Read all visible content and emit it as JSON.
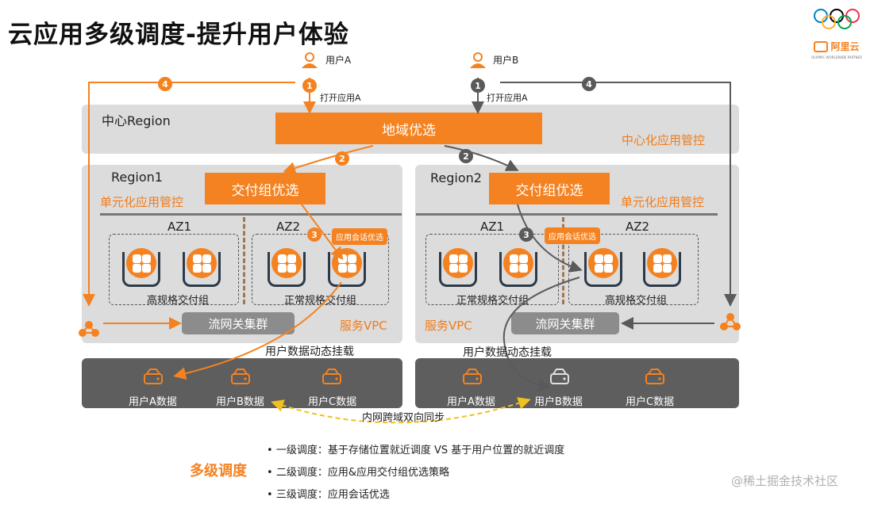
{
  "title": "云应用多级调度-提升用户体验",
  "logo": {
    "brand_text": "阿里云",
    "sub_text": "OLYMPIC WORLDWIDE PARTNER"
  },
  "users": {
    "user_a": "用户A",
    "user_b": "用户B",
    "open_app_a": "打开应用A"
  },
  "steps": {
    "one": "1",
    "two": "2",
    "three": "3",
    "four": "4"
  },
  "center_region": {
    "label": "中心Region",
    "box": "地域优选",
    "mgmt": "中心化应用管控"
  },
  "region1": {
    "label": "Region1",
    "box": "交付组优选",
    "mgmt": "单元化应用管控",
    "az1": {
      "label": "AZ1",
      "group": "高规格交付组"
    },
    "az2": {
      "label": "AZ2",
      "group": "正常规格交付组"
    },
    "session_tag": "应用会话优选",
    "gateway": "流网关集群",
    "vpc": "服务VPC"
  },
  "region2": {
    "label": "Region2",
    "box": "交付组优选",
    "mgmt": "单元化应用管控",
    "az1": {
      "label": "AZ1",
      "group": "正常规格交付组"
    },
    "az2": {
      "label": "AZ2",
      "group": "高规格交付组"
    },
    "session_tag": "应用会话优选",
    "gateway": "流网关集群",
    "vpc": "服务VPC"
  },
  "mount_label": "用户数据动态挂载",
  "sync_label": "内网跨域双向同步",
  "data_left": [
    "用户A数据",
    "用户B数据",
    "用户C数据"
  ],
  "data_right": [
    "用户A数据",
    "用户B数据",
    "用户C数据"
  ],
  "summary": {
    "heading": "多级调度",
    "bullets": [
      "一级调度：基于存储位置就近调度 VS 基于用户位置的就近调度",
      "二级调度：应用&应用交付组优选策略",
      "三级调度：应用会话优选"
    ]
  },
  "watermark": "@稀土掘金技术社区",
  "colors": {
    "accent": "#f58220",
    "panel": "#dcdcdc",
    "data_panel": "#5e5e5e",
    "arrow_gray": "#5a5a5a"
  }
}
